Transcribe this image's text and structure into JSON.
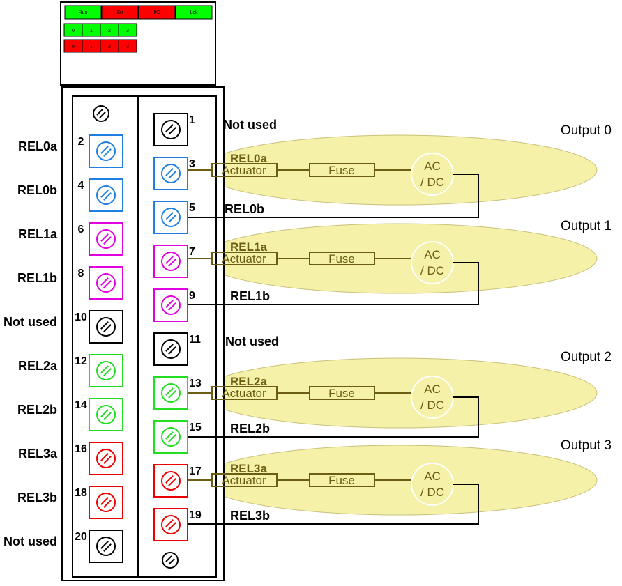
{
  "module": {
    "status_leds": [
      {
        "label": "Run",
        "color": "#00ff00"
      },
      {
        "label": "Err",
        "color": "#ff0000"
      },
      {
        "label": "I/O",
        "color": "#ff0000"
      },
      {
        "label": "Lck",
        "color": "#00ff00"
      }
    ],
    "channel_leds_green": [
      {
        "label": "0",
        "color": "#00ff00"
      },
      {
        "label": "1",
        "color": "#00ff00"
      },
      {
        "label": "2",
        "color": "#00ff00"
      },
      {
        "label": "3",
        "color": "#00ff00"
      }
    ],
    "channel_leds_red": [
      {
        "label": "0",
        "color": "#ff0000"
      },
      {
        "label": "1",
        "color": "#ff0000"
      },
      {
        "label": "2",
        "color": "#ff0000"
      },
      {
        "label": "3",
        "color": "#ff0000"
      }
    ]
  },
  "left_terminals": [
    {
      "number": "2",
      "label": "REL0a",
      "color": "#1f7fe0"
    },
    {
      "number": "4",
      "label": "REL0b",
      "color": "#1f7fe0"
    },
    {
      "number": "6",
      "label": "REL1a",
      "color": "#e000e0"
    },
    {
      "number": "8",
      "label": "REL1b",
      "color": "#e000e0"
    },
    {
      "number": "10",
      "label": "Not used",
      "color": "#000000"
    },
    {
      "number": "12",
      "label": "REL2a",
      "color": "#22dd22"
    },
    {
      "number": "14",
      "label": "REL2b",
      "color": "#22dd22"
    },
    {
      "number": "16",
      "label": "REL3a",
      "color": "#ee0000"
    },
    {
      "number": "18",
      "label": "REL3b",
      "color": "#ee0000"
    },
    {
      "number": "20",
      "label": "Not used",
      "color": "#000000"
    }
  ],
  "right_terminals": [
    {
      "number": "1",
      "color": "#000000"
    },
    {
      "number": "3",
      "color": "#1f7fe0"
    },
    {
      "number": "5",
      "color": "#1f7fe0"
    },
    {
      "number": "7",
      "color": "#e000e0"
    },
    {
      "number": "9",
      "color": "#e000e0"
    },
    {
      "number": "11",
      "color": "#000000"
    },
    {
      "number": "13",
      "color": "#22dd22"
    },
    {
      "number": "15",
      "color": "#22dd22"
    },
    {
      "number": "17",
      "color": "#ee0000"
    },
    {
      "number": "19",
      "color": "#ee0000"
    }
  ],
  "not_used_labels": [
    "Not used",
    "Not used"
  ],
  "outputs": [
    {
      "name": "Output 0",
      "rel_a": "REL0a",
      "rel_b": "REL0b",
      "actuator": "Actuator",
      "fuse": "Fuse",
      "source_line1": "AC",
      "source_line2": "/ DC"
    },
    {
      "name": "Output 1",
      "rel_a": "REL1a",
      "rel_b": "REL1b",
      "actuator": "Actuator",
      "fuse": "Fuse",
      "source_line1": "AC",
      "source_line2": "/ DC"
    },
    {
      "name": "Output 2",
      "rel_a": "REL2a",
      "rel_b": "REL2b",
      "actuator": "Actuator",
      "fuse": "Fuse",
      "source_line1": "AC",
      "source_line2": "/ DC"
    },
    {
      "name": "Output 3",
      "rel_a": "REL3a",
      "rel_b": "REL3b",
      "actuator": "Actuator",
      "fuse": "Fuse",
      "source_line1": "AC",
      "source_line2": "/ DC"
    }
  ],
  "colors": {
    "ellipse_fill": "#f5f1a8",
    "component_stroke": "#6b5d12"
  }
}
